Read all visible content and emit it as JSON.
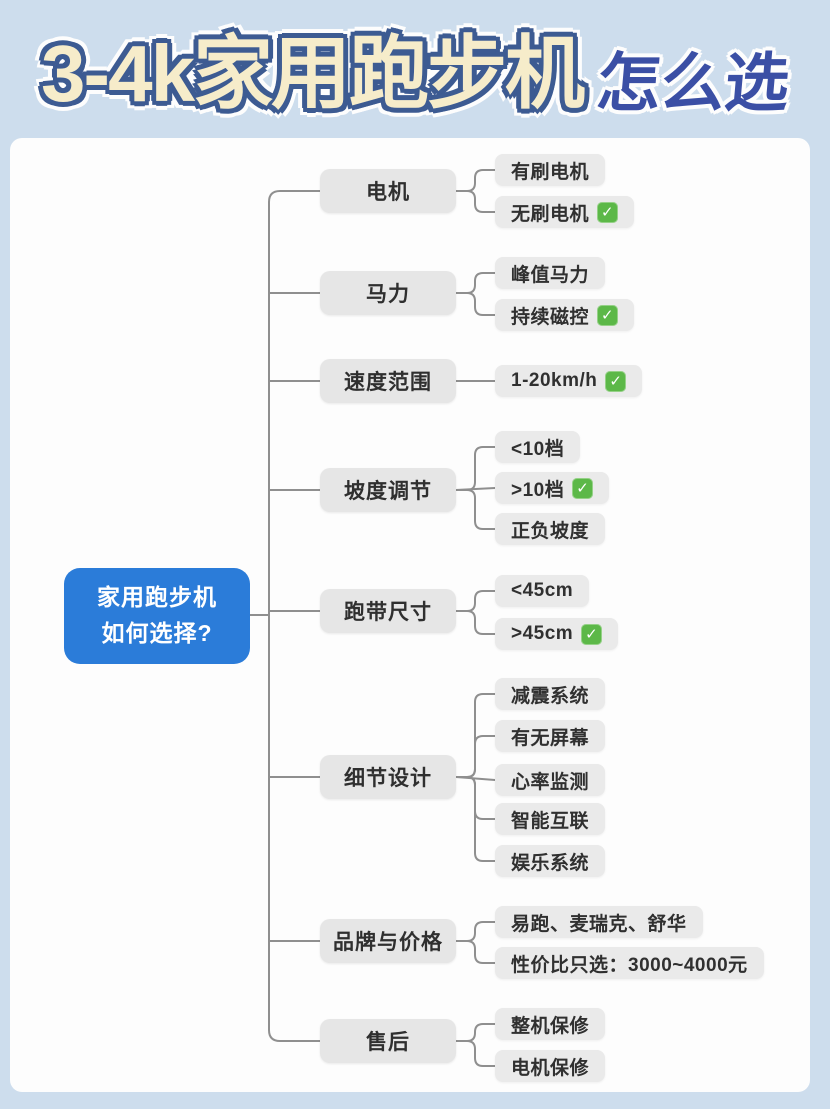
{
  "title": {
    "main": "3-4k家用跑步机",
    "suffix": "怎么选"
  },
  "colors": {
    "background": "#cddded",
    "panel": "#fdfdfd",
    "root_blue": "#2b7cd9",
    "node_gray": "#e8e8e8",
    "check_green": "#5cb848",
    "title_fill": "#f6ecca",
    "title_outline": "#3d5b92",
    "suffix_blue": "#3b4fa5",
    "line_gray": "#8f8f8f"
  },
  "check_icon": {
    "glyph": "✓"
  },
  "root": {
    "line1": "家用跑步机",
    "line2": "如何选择?"
  },
  "branches": [
    {
      "label": "电机",
      "leaves": [
        {
          "text": "有刷电机",
          "checked": false
        },
        {
          "text": "无刷电机",
          "checked": true
        }
      ]
    },
    {
      "label": "马力",
      "leaves": [
        {
          "text": "峰值马力",
          "checked": false
        },
        {
          "text": "持续磁控",
          "checked": true
        }
      ]
    },
    {
      "label": "速度范围",
      "leaves": [
        {
          "text": "1-20km/h",
          "checked": true
        }
      ]
    },
    {
      "label": "坡度调节",
      "leaves": [
        {
          "text": "<10档",
          "checked": false
        },
        {
          "text": ">10档",
          "checked": true
        },
        {
          "text": "正负坡度",
          "checked": false
        }
      ]
    },
    {
      "label": "跑带尺寸",
      "leaves": [
        {
          "text": "<45cm",
          "checked": false
        },
        {
          "text": ">45cm",
          "checked": true
        }
      ]
    },
    {
      "label": "细节设计",
      "leaves": [
        {
          "text": "减震系统",
          "checked": false
        },
        {
          "text": "有无屏幕",
          "checked": false
        },
        {
          "text": "心率监测",
          "checked": false
        },
        {
          "text": "智能互联",
          "checked": false
        },
        {
          "text": "娱乐系统",
          "checked": false
        }
      ]
    },
    {
      "label": "品牌与价格",
      "leaves": [
        {
          "text": "易跑、麦瑞克、舒华",
          "checked": false
        },
        {
          "text": "性价比只选：3000~4000元",
          "checked": false
        }
      ]
    },
    {
      "label": "售后",
      "leaves": [
        {
          "text": "整机保修",
          "checked": false
        },
        {
          "text": "电机保修",
          "checked": false
        }
      ]
    }
  ]
}
